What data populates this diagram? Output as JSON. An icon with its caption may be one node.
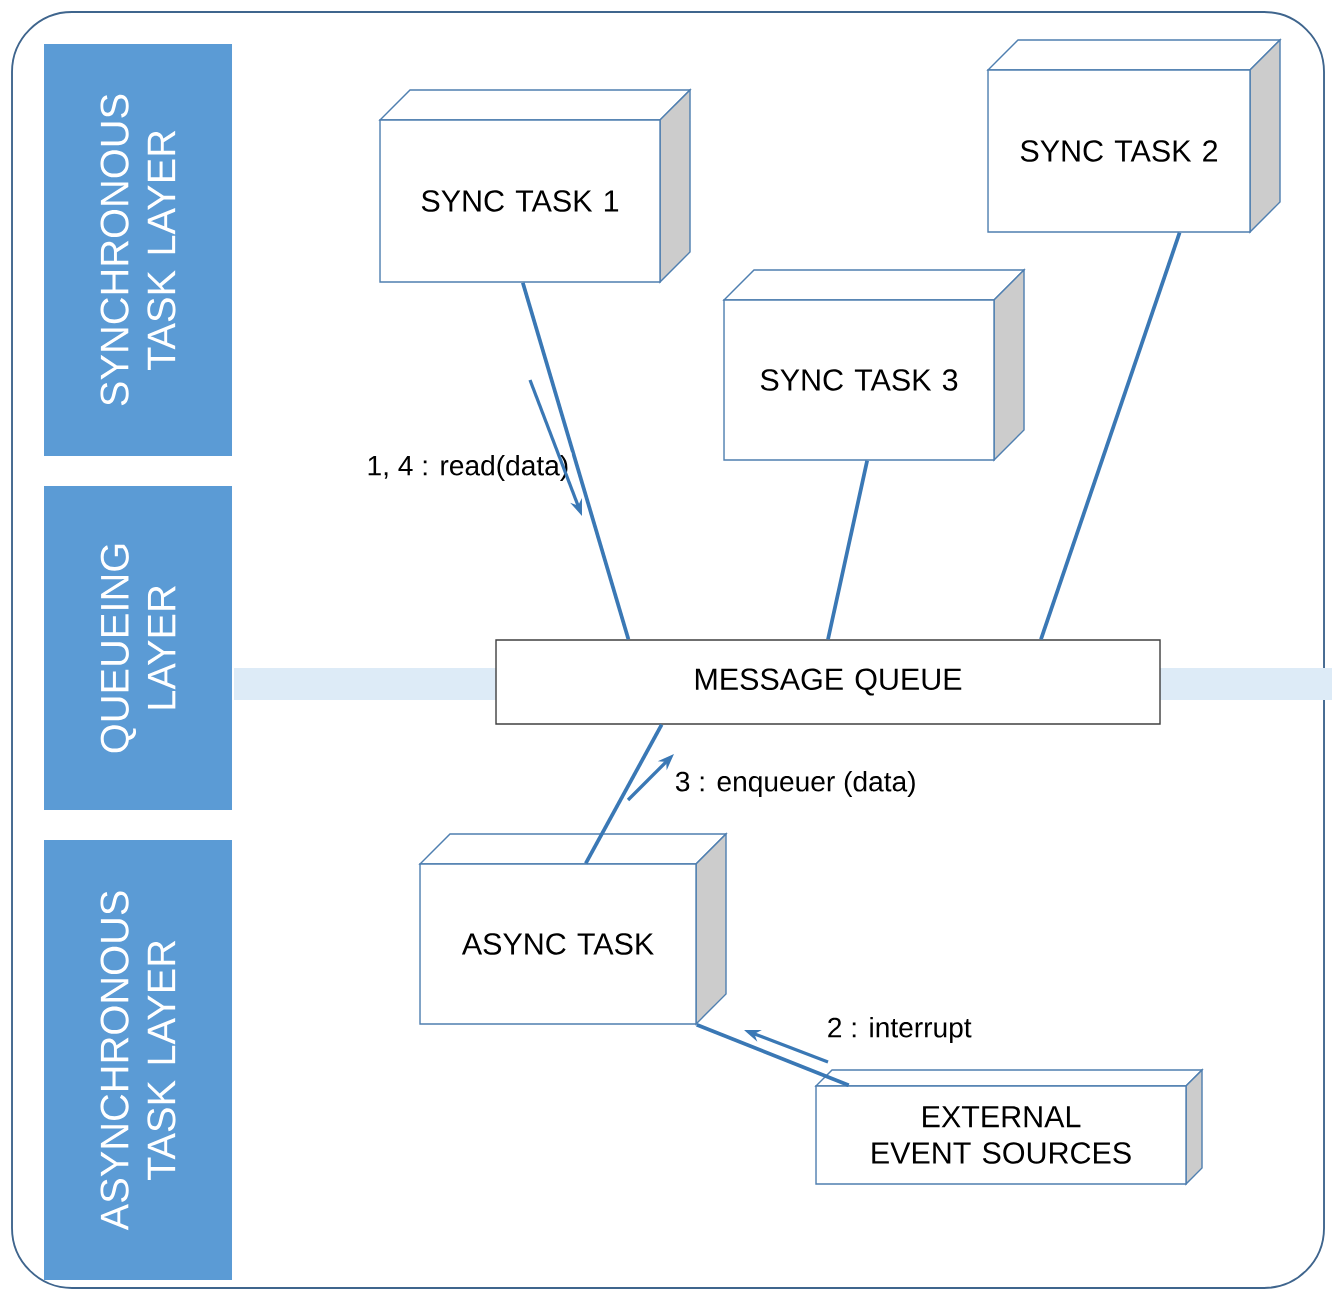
{
  "diagram": {
    "nodes": [
      {
        "text": [
          "SYNCHRONOUS TASK LAYER"
        ]
      },
      {
        "text": [
          "QUEUEING LAYER"
        ]
      },
      {
        "text": [
          "ASYNCHRONOUS TASK LAYER"
        ]
      },
      {
        "text": [
          "SYNC TASK 1"
        ]
      },
      {
        "text": [
          "SYNC TASK 2"
        ]
      },
      {
        "text": [
          "SYNC TASK 3"
        ]
      },
      {
        "text": [
          "MESSAGE QUEUE"
        ]
      },
      {
        "text": [
          "ASYNC TASK"
        ]
      },
      {
        "text": [
          "EXTERNAL EVENT SOURCES"
        ]
      }
    ],
    "edges": [
      {
        "from": 3,
        "to": 6,
        "arrow": "none",
        "label": "1, 4 : read(data)"
      },
      {
        "from": 5,
        "to": 6,
        "arrow": "none"
      },
      {
        "from": 4,
        "to": 6,
        "arrow": "none"
      },
      {
        "from": 7,
        "to": 6,
        "arrow": "none",
        "label": "3 : enqueuer (data)"
      },
      {
        "from": 8,
        "to": 7,
        "arrow": "none",
        "label": "2 : interrupt"
      }
    ]
  }
}
